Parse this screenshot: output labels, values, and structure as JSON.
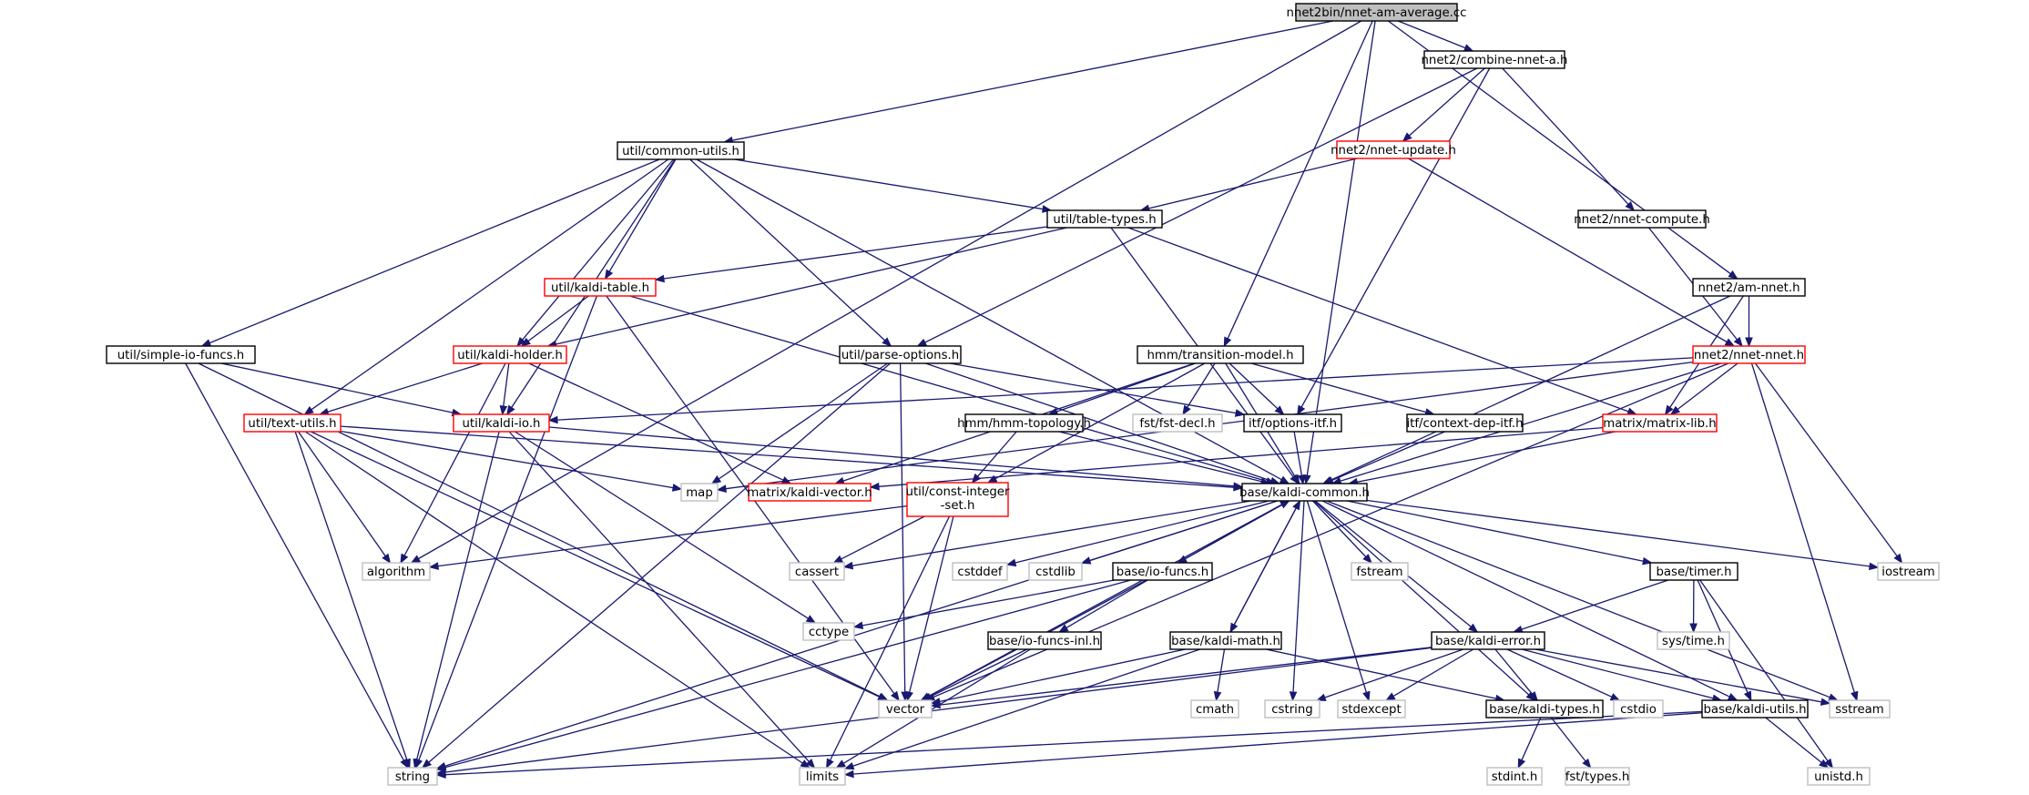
{
  "diagram": {
    "colors": {
      "edge": "#191970",
      "root_fill": "#bfbfbf",
      "root_border": "#000000",
      "local_border": "#000000",
      "incomplete_border": "#ff0000",
      "system_border": "#bfbfbf"
    },
    "nodes": {
      "root": "nnet2bin/nnet-am-average.cc",
      "combine": "nnet2/combine-nnet-a.h",
      "commonutils": "util/common-utils.h",
      "nnetupdate": "nnet2/nnet-update.h",
      "tabletypes": "util/table-types.h",
      "nnetcompute": "nnet2/nnet-compute.h",
      "kalditable": "util/kaldi-table.h",
      "amnnet": "nnet2/am-nnet.h",
      "simpleio": "util/simple-io-funcs.h",
      "kaldiholder": "util/kaldi-holder.h",
      "parseoptions": "util/parse-options.h",
      "transmodel": "hmm/transition-model.h",
      "nnetnnet": "nnet2/nnet-nnet.h",
      "textutils": "util/text-utils.h",
      "kaldiio": "util/kaldi-io.h",
      "hmmtopo": "hmm/hmm-topology.h",
      "fstdecl": "fst/fst-decl.h",
      "optionsitf": "itf/options-itf.h",
      "contextdep": "itf/context-dep-itf.h",
      "matrixlib": "matrix/matrix-lib.h",
      "map": "map",
      "kaldivector": "matrix/kaldi-vector.h",
      "constint": [
        "util/const-integer",
        "-set.h"
      ],
      "kaldicommon": "base/kaldi-common.h",
      "algorithm": "algorithm",
      "cassert": "cassert",
      "cstddef": "cstddef",
      "cstdlib": "cstdlib",
      "iofuncs": "base/io-funcs.h",
      "fstream": "fstream",
      "timer": "base/timer.h",
      "iostream": "iostream",
      "cctype": "cctype",
      "systime": "sys/time.h",
      "iofuncsinl": "base/io-funcs-inl.h",
      "kaldimath": "base/kaldi-math.h",
      "kaldierror": "base/kaldi-error.h",
      "vector": "vector",
      "cmath": "cmath",
      "cstring": "cstring",
      "stdexcept": "stdexcept",
      "kalditypes": "base/kaldi-types.h",
      "cstdio": "cstdio",
      "kaldiutils": "base/kaldi-utils.h",
      "sstream": "sstream",
      "string": "string",
      "limits": "limits",
      "unistd": "unistd.h",
      "stdint": "stdint.h",
      "fsttypes": "fst/types.h"
    }
  }
}
